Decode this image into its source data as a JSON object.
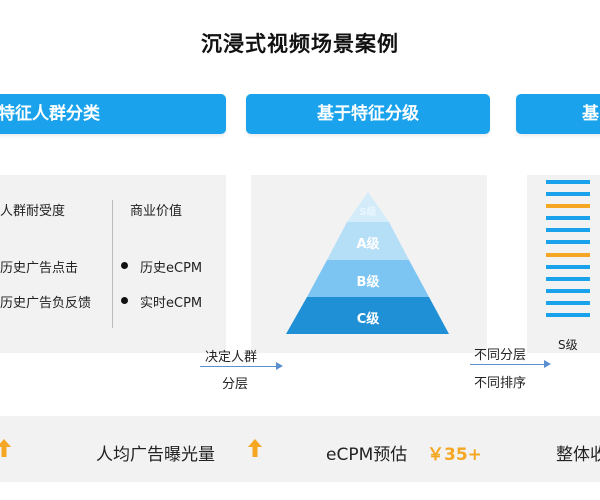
{
  "title": "沉浸式视频场景案例",
  "banners": [
    "特征人群分类",
    "基于特征分级",
    "基"
  ],
  "panel1": {
    "col1_header": "人群耐受度",
    "col2_header": "商业价值",
    "col1_items": [
      "历史广告点击",
      "历史广告负反馈"
    ],
    "col2_items": [
      "历史eCPM",
      "实时eCPM"
    ]
  },
  "pyramid": {
    "tiers": [
      "S级",
      "A级",
      "B级",
      "C级"
    ]
  },
  "bars_panel": {
    "pattern": [
      "blue",
      "blue",
      "orange",
      "blue",
      "blue",
      "blue",
      "orange",
      "blue",
      "blue",
      "blue",
      "blue",
      "blue"
    ],
    "label": "S级"
  },
  "arrows": {
    "arrow1": [
      "决定人群",
      "分层"
    ],
    "arrow2": [
      "不同分层",
      "不同排序"
    ]
  },
  "bottom": {
    "item1_label": "人均广告曝光量",
    "item2_label": "eCPM预估",
    "item2_value": "￥35+",
    "item3_label": "整体收"
  },
  "colors": {
    "accent_blue": "#1aa3ec",
    "accent_orange": "#f5a623",
    "panel_gray": "#f2f2f2"
  }
}
